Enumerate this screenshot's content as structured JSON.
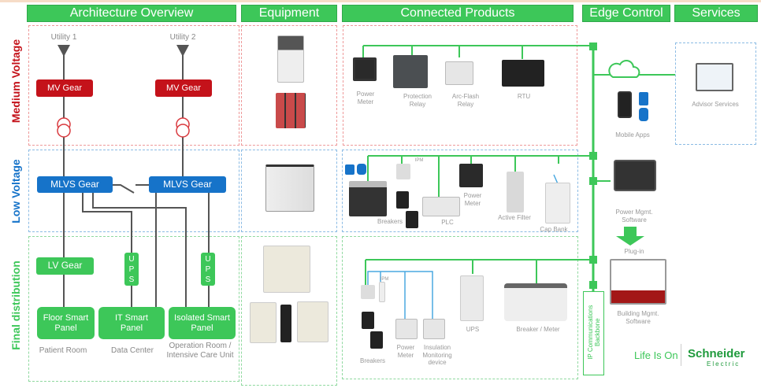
{
  "headers": {
    "architecture": "Architecture Overview",
    "equipment": "Equipment",
    "connected": "Connected Products",
    "edge": "Edge Control",
    "services": "Services"
  },
  "rows": {
    "mv": "Medium Voltage",
    "lv": "Low Voltage",
    "fd": "Final distribution"
  },
  "colors": {
    "mv": "#c4121a",
    "lv": "#1673c9",
    "fd": "#3dc759",
    "accent": "#3dc759"
  },
  "architecture": {
    "utility1": "Utility 1",
    "utility2": "Utility 2",
    "mv_gear_1": "MV Gear",
    "mv_gear_2": "MV Gear",
    "mlvs_gear_1": "MLVS  Gear",
    "mlvs_gear_2": "MLVS Gear",
    "lv_gear": "LV Gear",
    "ups_1": [
      "U",
      "P",
      "S"
    ],
    "ups_2": [
      "U",
      "P",
      "S"
    ],
    "panel_floor": "Floor Smart Panel",
    "panel_it": "IT Smart Panel",
    "panel_isolated": "Isolated Smart Panel",
    "loc_patient": "Patient Room",
    "loc_datacenter": "Data Center",
    "loc_operation_1": "Operation Room /",
    "loc_operation_2": "Intensive Care Unit"
  },
  "connected": {
    "mv": [
      "Power Meter",
      "Protection Relay",
      "Arc-Flash Relay",
      "RTU"
    ],
    "lv": [
      "Breakers",
      "PLC",
      "Power Meter",
      "Active Filter",
      "Cap Bank"
    ],
    "fd": [
      "Breakers",
      "Power Meter",
      "Insulation Monitoring device",
      "UPS",
      "Breaker / Meter"
    ],
    "ipm_tag": "IPM"
  },
  "edge": {
    "mobile_apps": "Mobile Apps",
    "power_mgmt": "Power Mgmt. Software",
    "plugin": "Plug-in",
    "building_mgmt": "Building Mgmt. Software",
    "backbone": "IP Communications Backbone"
  },
  "services": {
    "advisor": "Advisor Services"
  },
  "branding": {
    "tagline": "Life Is On",
    "brand": "Schneider",
    "brand_sub": "Electric"
  }
}
